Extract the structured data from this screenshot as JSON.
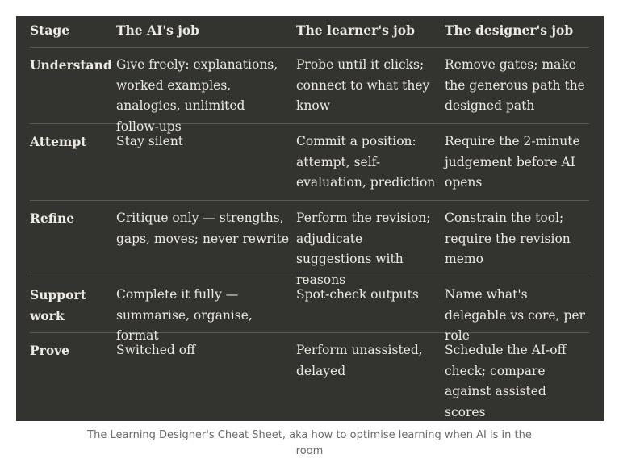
{
  "table": {
    "headers": [
      "Stage",
      "The AI's job",
      "The learner's job",
      "The designer's job"
    ],
    "rows": [
      {
        "stage": "Understand",
        "ai": "Give freely: explanations, worked examples, analogies, unlimited follow-ups",
        "learner": "Probe until it clicks; connect to what they know",
        "designer": "Remove gates; make the generous path the designed path"
      },
      {
        "stage": "Attempt",
        "ai": "Stay silent",
        "learner": "Commit a position: attempt, self-evaluation, prediction",
        "designer": "Require the 2-minute judgement before AI opens"
      },
      {
        "stage": "Refine",
        "ai": "Critique only — strengths, gaps, moves; never rewrite",
        "learner": "Perform the revision; adjudicate suggestions with reasons",
        "designer": "Constrain the tool; require the revision memo"
      },
      {
        "stage": "Support work",
        "ai": "Complete it fully — summarise, organise, format",
        "learner": "Spot-check outputs",
        "designer": "Name what's delegable vs core, per role"
      },
      {
        "stage": "Prove",
        "ai": "Switched off",
        "learner": "Perform unassisted, delayed",
        "designer": "Schedule the AI-off check; compare against assisted scores"
      }
    ]
  },
  "caption": "The Learning Designer's Cheat Sheet, aka how to optimise learning when AI is in the room",
  "colors": {
    "table_background": "#33332f",
    "table_text": "#eceae2",
    "row_divider": "#5c5c56",
    "caption_text": "#6b6b6b"
  }
}
